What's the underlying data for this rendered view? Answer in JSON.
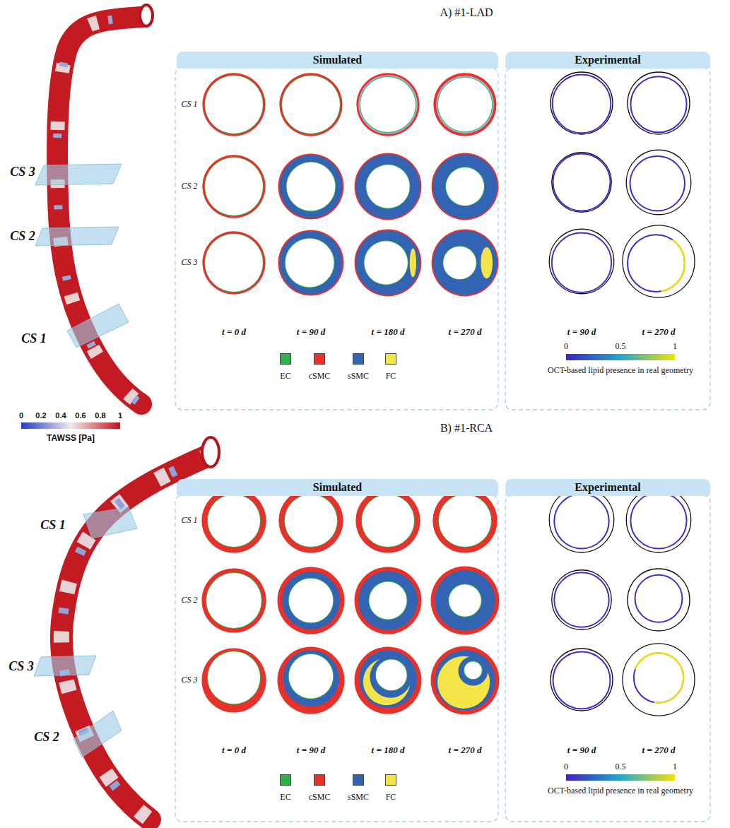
{
  "diagram": {
    "nodes": [
      {
        "text": [
          "Simulated"
        ]
      },
      {
        "text": [
          "Experimental"
        ]
      },
      {
        "text": [
          "Simulated"
        ]
      },
      {
        "text": [
          "Experimental"
        ]
      }
    ],
    "labels": [
      "A) #1-LAD",
      "CS 3",
      "CS 2",
      "CS 1",
      "CS 1",
      "CS 2",
      "CS 3",
      "t = 0 d",
      "t = 90 d",
      "t = 180 d",
      "t = 270 d",
      "t = 90 d",
      "t = 270 d",
      "0",
      "0.5",
      "1",
      "OCT-based lipid presence in real geometry",
      "0",
      "0.2",
      "0.4",
      "0.6",
      "0.8",
      "1",
      "TAWSS [Pa]",
      "B) #1-RCA",
      "CS 1",
      "CS 3",
      "CS 2",
      "CS 1",
      "CS 2",
      "CS 3",
      "t = 0 d",
      "t = 90 d",
      "t = 180 d",
      "t = 270 d",
      "t = 90 d",
      "t = 270 d",
      "0",
      "0.5",
      "1",
      "OCT-based lipid presence in real geometry"
    ],
    "legend": [
      {
        "text": "EC",
        "color": "#2db34a"
      },
      {
        "text": "cSMC",
        "color": "#e8312b"
      },
      {
        "text": "sSMC",
        "color": "#3364b4"
      },
      {
        "text": "FC",
        "color": "#f4e546"
      },
      {
        "text": "EC",
        "color": "#2db34a"
      },
      {
        "text": "cSMC",
        "color": "#e8312b"
      },
      {
        "text": "sSMC",
        "color": "#3364b4"
      },
      {
        "text": "FC",
        "color": "#f4e546"
      }
    ]
  }
}
